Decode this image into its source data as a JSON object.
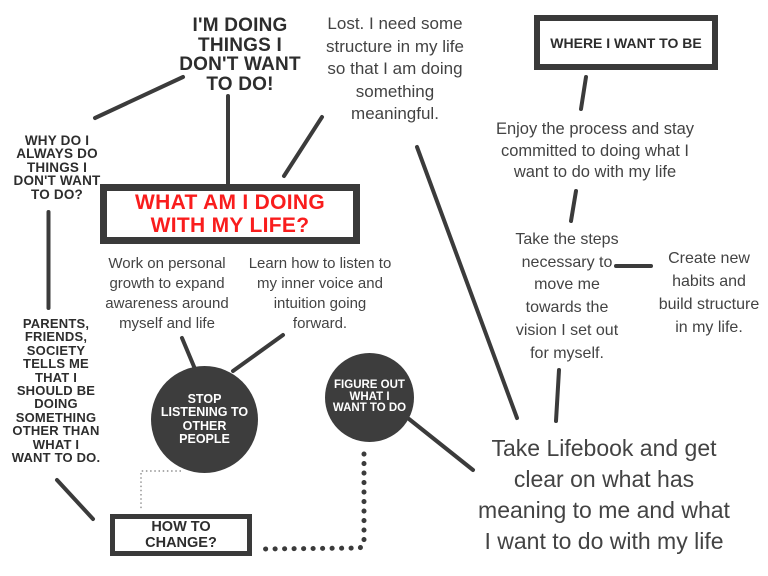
{
  "colors": {
    "ink": "#3b3b3b",
    "heading_text": "#2d2d2d",
    "body_text": "#434343",
    "accent_red": "#f91d1d",
    "circle_fill": "#3d3d3d",
    "background": "#ffffff",
    "fine_dots": "#8f8f8f"
  },
  "nodes": {
    "im_doing": {
      "lines": [
        "I'M DOING",
        "THINGS I",
        "DON'T WANT",
        "TO DO!"
      ]
    },
    "lost": {
      "lines": [
        "Lost. I need some",
        "structure in my life",
        "so that I am doing",
        "something",
        "meaningful."
      ]
    },
    "where_box": {
      "label": "WHERE I WANT TO BE"
    },
    "why_do_i": {
      "lines": [
        "WHY DO I",
        "ALWAYS DO",
        "THINGS I",
        "DON'T WANT",
        "TO DO?"
      ]
    },
    "what_box": {
      "lines": [
        "WHAT AM I DOING",
        "WITH MY LIFE?"
      ]
    },
    "enjoy": {
      "lines": [
        "Enjoy the process and stay",
        "committed to doing what I",
        "want to do with my life"
      ]
    },
    "work_on": {
      "lines": [
        "Work on personal",
        "growth to expand",
        "awareness around",
        "myself and life"
      ]
    },
    "learn": {
      "lines": [
        "Learn how to listen to",
        "my inner voice and",
        "intuition going",
        "forward."
      ]
    },
    "take_steps": {
      "lines": [
        "Take the steps",
        "necessary to",
        "move me",
        "towards the",
        "vision I set out",
        "for myself."
      ]
    },
    "create_new": {
      "lines": [
        "Create new",
        "habits and",
        "build structure",
        "in my life."
      ]
    },
    "parents": {
      "lines": [
        "PARENTS,",
        "FRIENDS,",
        "SOCIETY",
        "TELLS ME",
        "THAT I",
        "SHOULD BE",
        "DOING",
        "SOMETHING",
        "OTHER THAN",
        "WHAT I",
        "WANT TO DO."
      ]
    },
    "stop_circle": {
      "lines": [
        "STOP",
        "LISTENING TO",
        "OTHER",
        "PEOPLE"
      ]
    },
    "figure_circle": {
      "lines": [
        "FIGURE OUT",
        "WHAT I",
        "WANT TO DO"
      ]
    },
    "how_box": {
      "label": "HOW TO CHANGE?"
    },
    "lifebook": {
      "lines": [
        "Take Lifebook and get",
        "clear on what has",
        "meaning to me and what",
        "I want to do with my life"
      ]
    }
  },
  "connectors": {
    "solid": [
      [
        95,
        118,
        183,
        77
      ],
      [
        228,
        96,
        228,
        184
      ],
      [
        322,
        117,
        284,
        176
      ],
      [
        48.5,
        212,
        48.5,
        308
      ],
      [
        57,
        480,
        93,
        519
      ],
      [
        182,
        338,
        195,
        369
      ],
      [
        283,
        335,
        233,
        371
      ],
      [
        417,
        147,
        517,
        418
      ],
      [
        586,
        77,
        581,
        109
      ],
      [
        576,
        191,
        571,
        221
      ],
      [
        616,
        266,
        651,
        266
      ],
      [
        559,
        370,
        556,
        421
      ],
      [
        409,
        419,
        473,
        470
      ]
    ],
    "dotted_fine": [
      [
        181,
        471,
        141,
        471,
        141,
        509
      ]
    ],
    "dotted_bold": [
      [
        364,
        454,
        364,
        544,
        360,
        548,
        262,
        549
      ]
    ]
  }
}
